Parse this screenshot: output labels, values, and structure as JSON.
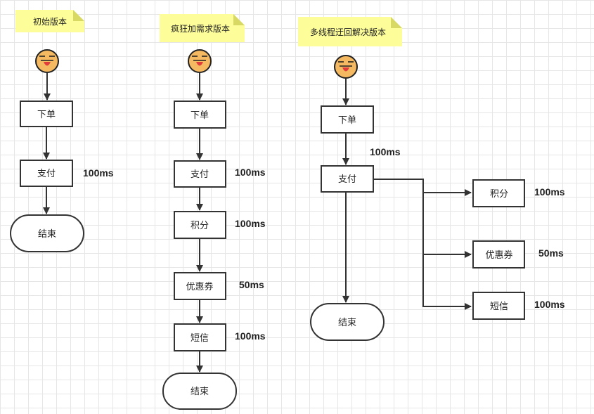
{
  "colors": {
    "note_fill": "#fdfd9a",
    "note_fold": "#d8d865",
    "face_fill": "#f5b961",
    "tongue": "#e23b3b",
    "stroke": "#333333"
  },
  "notes": {
    "v1": "初始版本",
    "v2": "疯狂加需求版本",
    "v3": "多线程迂回解决版本"
  },
  "icons": {
    "user": "smiley-face-icon"
  },
  "flow_v1": {
    "order": "下单",
    "pay": "支付",
    "end": "结束",
    "pay_time": "100ms"
  },
  "flow_v2": {
    "order": "下单",
    "pay": "支付",
    "points": "积分",
    "coupon": "优惠券",
    "sms": "短信",
    "end": "结束",
    "pay_time": "100ms",
    "points_time": "100ms",
    "coupon_time": "50ms",
    "sms_time": "100ms"
  },
  "flow_v3": {
    "order": "下单",
    "pay": "支付",
    "end": "结束",
    "points": "积分",
    "coupon": "优惠券",
    "sms": "短信",
    "pay_time": "100ms",
    "points_time": "100ms",
    "coupon_time": "50ms",
    "sms_time": "100ms"
  }
}
